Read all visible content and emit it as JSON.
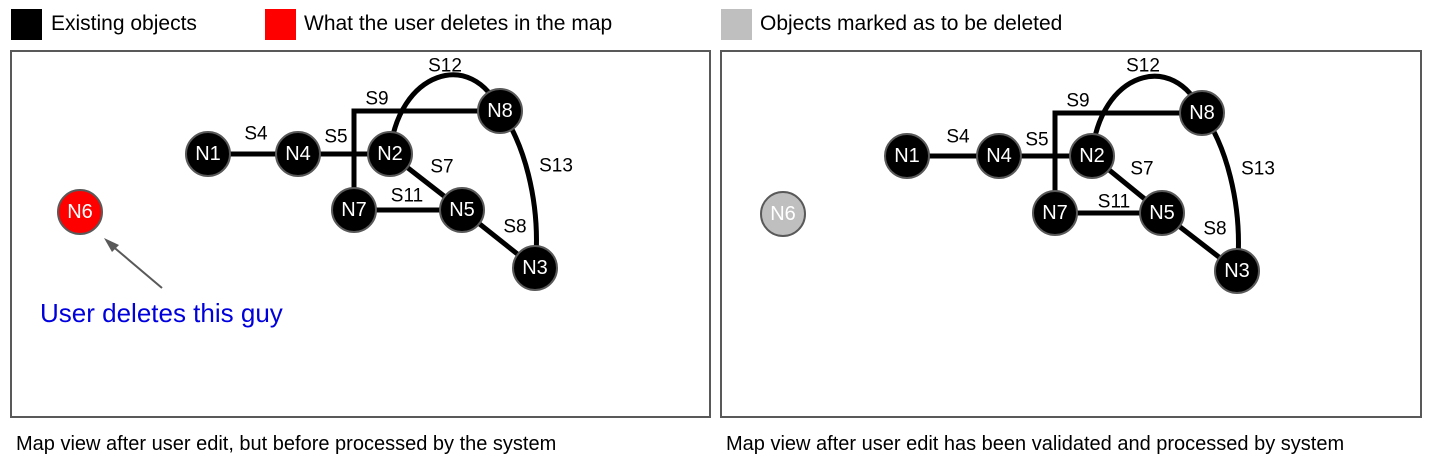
{
  "legend": {
    "existing": {
      "label": "Existing objects",
      "color": "#000000"
    },
    "user_deleted": {
      "label": "What the user deletes in the map",
      "color": "#ff0000"
    },
    "marked": {
      "label": "Objects marked as to be deleted",
      "color": "#bfbfbf"
    }
  },
  "panels": [
    {
      "caption": "Map view after user edit, but before processed by the system",
      "annotation": "User deletes this guy",
      "annotation_color": "#0000dd",
      "nodes": {
        "n1": "N1",
        "n2": "N2",
        "n3": "N3",
        "n4": "N4",
        "n5": "N5",
        "n6": "N6",
        "n7": "N7",
        "n8": "N8"
      },
      "n6_fill": "#ff0000",
      "n6_text_color": "#ffffff",
      "segments": {
        "s4": "S4",
        "s5": "S5",
        "s7": "S7",
        "s8": "S8",
        "s9": "S9",
        "s11": "S11",
        "s12": "S12",
        "s13": "S13"
      }
    },
    {
      "caption": "Map view after user edit has been validated and processed by system",
      "nodes": {
        "n1": "N1",
        "n2": "N2",
        "n3": "N3",
        "n4": "N4",
        "n5": "N5",
        "n6": "N6",
        "n7": "N7",
        "n8": "N8"
      },
      "n6_fill": "#bfbfbf",
      "n6_text_color": "#ffffff",
      "segments": {
        "s4": "S4",
        "s5": "S5",
        "s7": "S7",
        "s8": "S8",
        "s9": "S9",
        "s11": "S11",
        "s12": "S12",
        "s13": "S13"
      }
    }
  ]
}
